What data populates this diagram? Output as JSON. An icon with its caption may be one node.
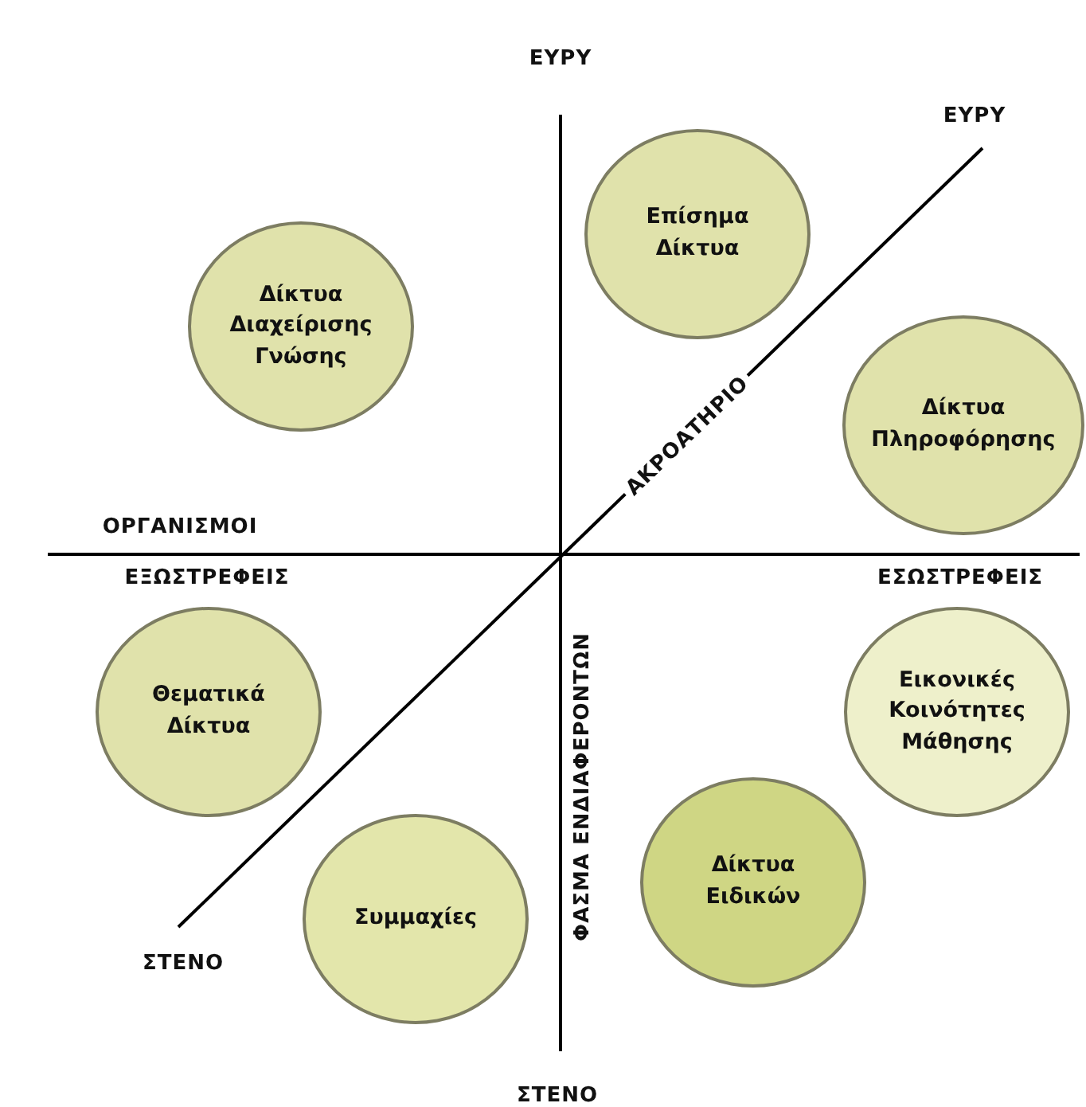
{
  "diagram": {
    "nodes": [
      {
        "text": [
          "Επίσημα Δίκτυα"
        ]
      },
      {
        "text": [
          "Δίκτυα Διαχείρισης Γνώσης"
        ]
      },
      {
        "text": [
          "Δίκτυα Πληροφόρησης"
        ]
      },
      {
        "text": [
          "Θεματικά Δίκτυα"
        ]
      },
      {
        "text": [
          "Εικονικές Κοινότητες Μάθησης"
        ]
      },
      {
        "text": [
          "Δίκτυα Ειδικών"
        ]
      },
      {
        "text": [
          "Συμμαχίες"
        ]
      }
    ],
    "edges": [],
    "labels": [
      "ΕΥΡΥ",
      "ΕΥΡΥ",
      "ΑΚΡΟΑΤΗΡΙΟ",
      "ΟΡΓΑΝΙΣΜΟΙ",
      "ΕΞΩΣΤΡΕΦΕΙΣ",
      "ΕΣΩΣΤΡΕΦΕΙΣ",
      "ΦΑΣΜΑ ΕΝΔΙΑΦΕΡΟΝΤΩΝ",
      "ΣΤΕΝΟ",
      "ΣΤΕΝΟ"
    ]
  }
}
